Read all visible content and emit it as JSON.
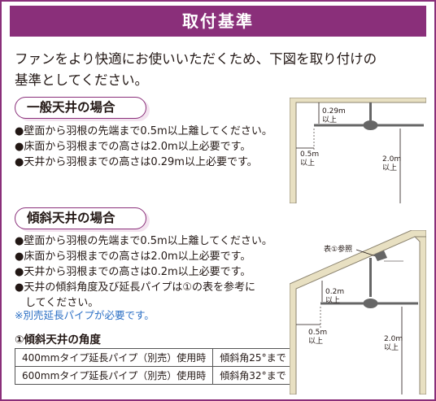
{
  "header": {
    "title": "取付基準"
  },
  "intro": {
    "line1": "ファンをより快適にお使いいただくため、下図を取り付けの",
    "line2": "基準としてください。"
  },
  "flat": {
    "heading": "一般天井の場合",
    "bullets": [
      "●壁面から羽根の先端まで0.5m以上離してください。",
      "●床面から羽根までの高さは2.0m以上必要です。",
      "●天井から羽根までの高さは0.29m以上必要です。"
    ],
    "diagram": {
      "ceiling_gap": "0.29m",
      "ceiling_gap_unit": "以上",
      "wall_gap": "0.5m",
      "wall_gap_unit": "以上",
      "floor_gap": "2.0m",
      "floor_gap_unit": "以上"
    }
  },
  "slope": {
    "heading": "傾斜天井の場合",
    "bullets": [
      "●壁面から羽根の先端まで0.5m以上離してください。",
      "●床面から羽根までの高さは2.0m以上必要です。",
      "●天井から羽根までの高さは0.2m以上必要です。",
      "●天井の傾斜角度及び延長パイプは①の表を参考に",
      "　してください。"
    ],
    "note": "※別売延長パイプが必要です。",
    "diagram": {
      "ref": "表①参照",
      "ceiling_gap": "0.2m",
      "ceiling_gap_unit": "以上",
      "wall_gap": "0.5m",
      "wall_gap_unit": "以上",
      "floor_gap": "2.0m",
      "floor_gap_unit": "以上"
    }
  },
  "angle_table": {
    "title": "①傾斜天井の角度",
    "rows": [
      {
        "pipe": "400mmタイプ延長パイプ（別売）使用時",
        "angle": "傾斜角25°まで"
      },
      {
        "pipe": "600mmタイプ延長パイプ（別売）使用時",
        "angle": "傾斜角32°まで"
      }
    ]
  },
  "colors": {
    "accent": "#8a2f7a",
    "pill_fill": "#f3e3ef",
    "room_fill": "#e8e0c2",
    "note": "#2b6fc4"
  }
}
